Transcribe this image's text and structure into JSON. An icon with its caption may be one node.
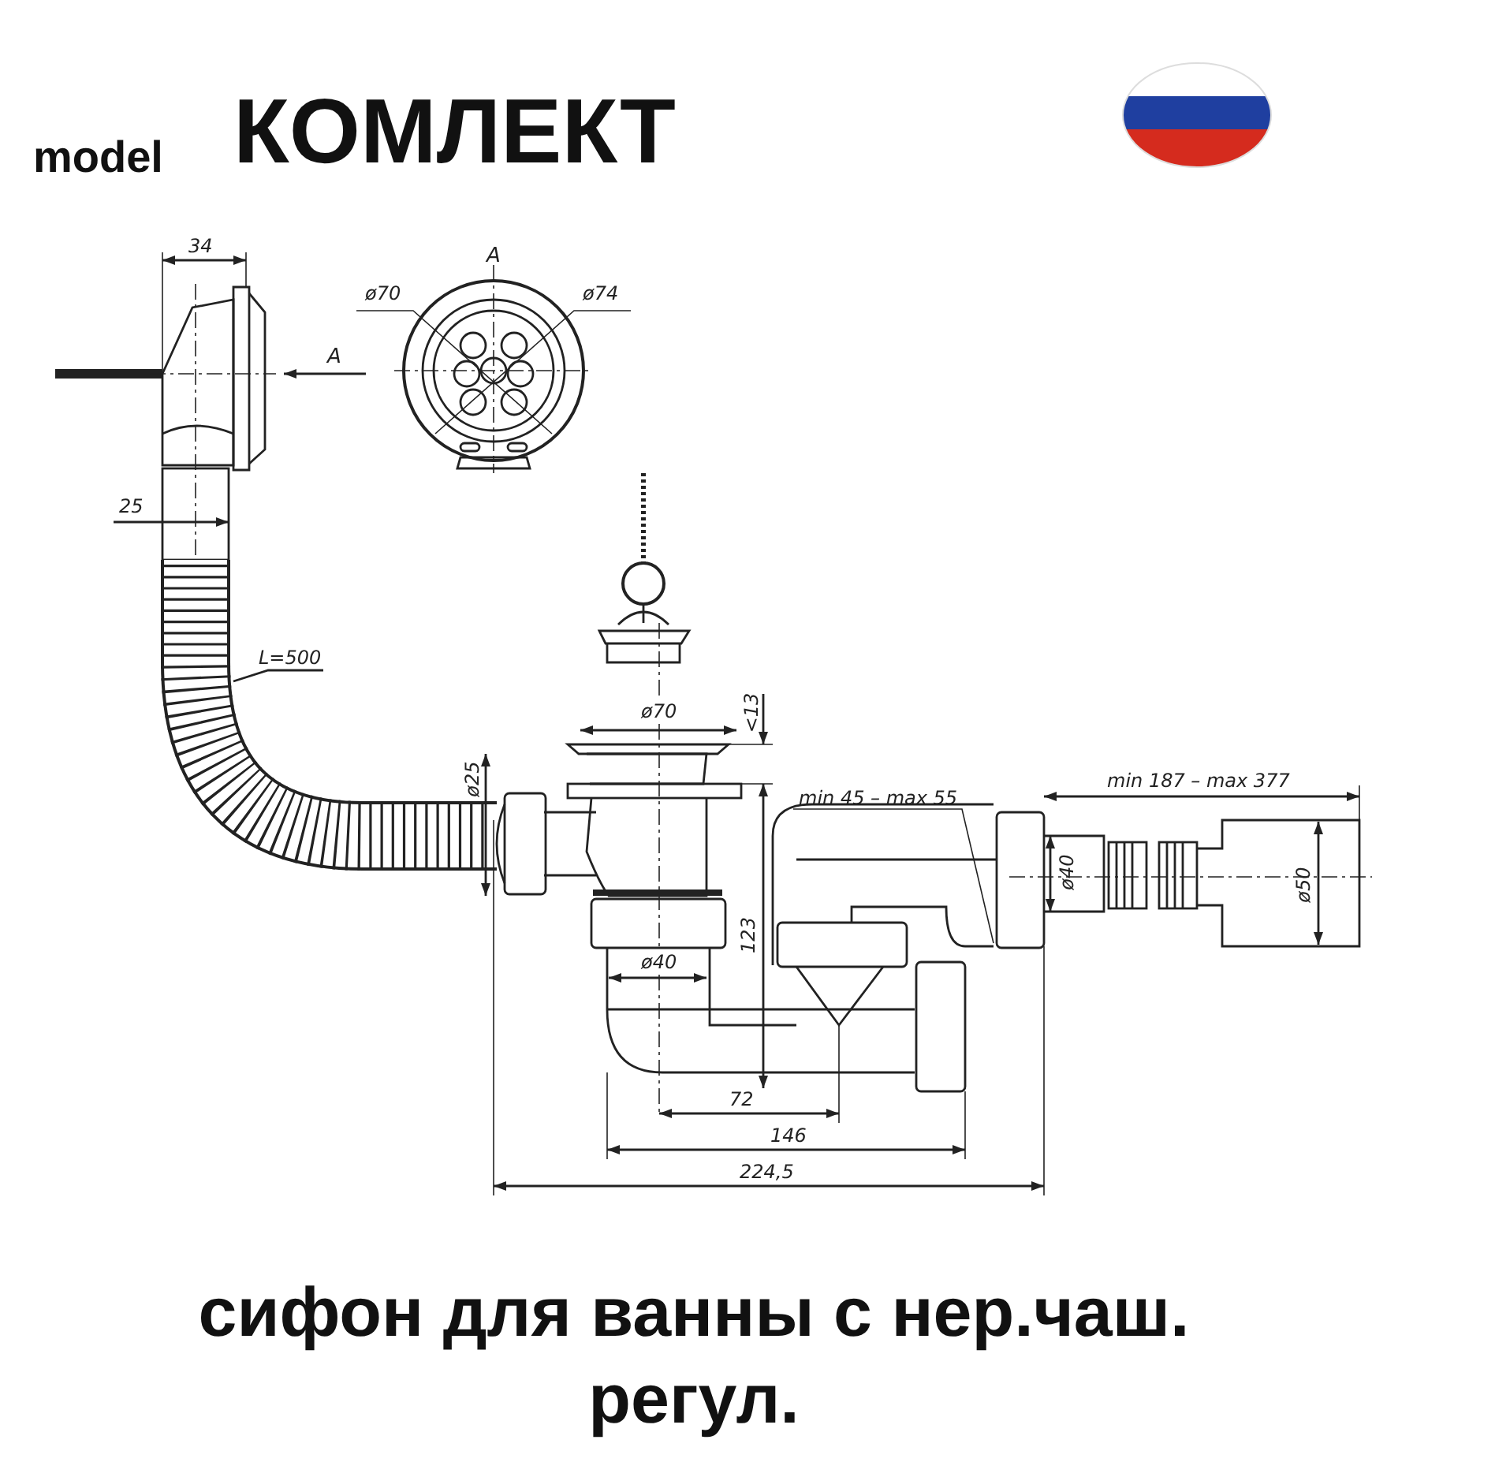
{
  "diagram": {
    "title": "КОМЛЕКТ",
    "caption": "сифон для ванны с нер.чаш. регул.",
    "labels": [
      "model",
      "34",
      "A",
      "ø70",
      "ø74",
      "A",
      "25",
      "L=500",
      "ø70",
      "<13",
      "min 45 – max 55",
      "min 187 – max 377",
      "ø25",
      "ø40",
      "ø50",
      "123",
      "ø40",
      "72",
      "146",
      "224,5"
    ]
  }
}
